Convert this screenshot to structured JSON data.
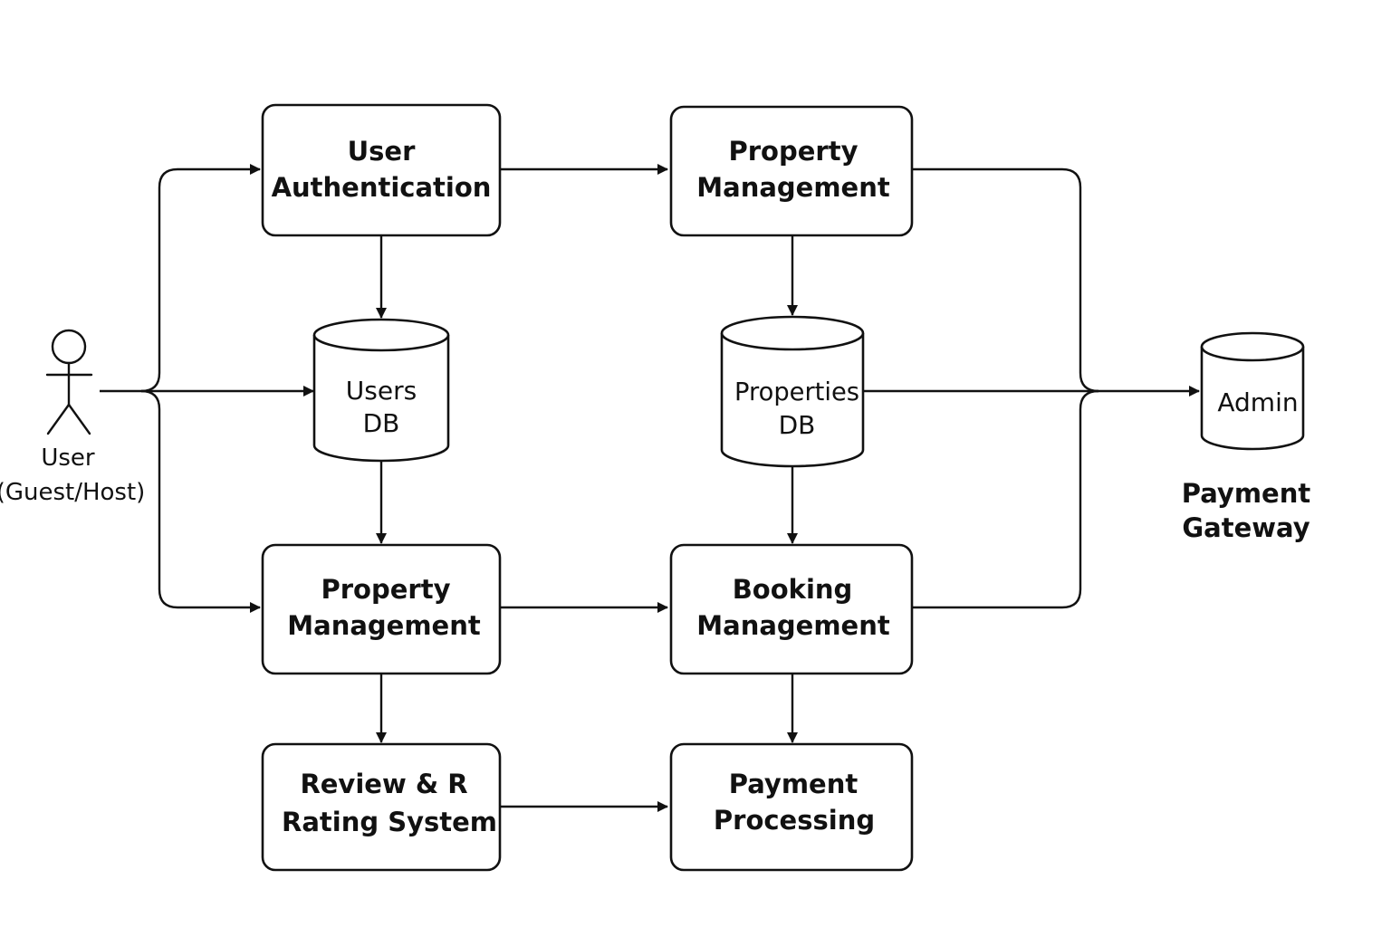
{
  "colors": {
    "background": "#ffffff",
    "stroke": "#111111",
    "text": "#111111"
  },
  "actor": {
    "icon": "stick-figure-icon",
    "label_line1": "User",
    "label_line2": "(Guest/Host)"
  },
  "boxes": {
    "user_auth": {
      "line1": "User",
      "line2": "Authentication"
    },
    "property_mgmt_top": {
      "line1": "Property",
      "line2": "Management"
    },
    "property_mgmt_bottom": {
      "line1": "Property",
      "line2": "Management"
    },
    "booking_mgmt": {
      "line1": "Booking",
      "line2": "Management"
    },
    "review_rating": {
      "line1": "Review & R",
      "line2": "Rating System"
    },
    "payment_processing": {
      "line1": "Payment",
      "line2": "Processing"
    }
  },
  "databases": {
    "users_db": {
      "icon": "database-icon",
      "line1": "Users",
      "line2": "DB"
    },
    "properties_db": {
      "icon": "database-icon",
      "line1": "Properties",
      "line2": "DB"
    },
    "admin_db": {
      "icon": "database-icon",
      "line1": "Admin"
    }
  },
  "gateway": {
    "line1": "Payment",
    "line2": "Gateway"
  }
}
